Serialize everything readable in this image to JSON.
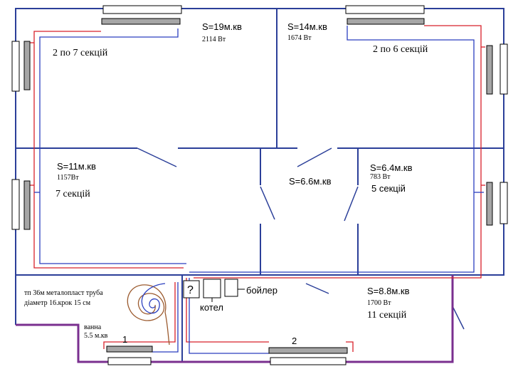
{
  "colors": {
    "wall": "#2b3f99",
    "supply": "#d8202a",
    "return": "#2b3fbf",
    "radiator_fill": "#a6a6a6",
    "outer_wall": "#7a2f8f",
    "floor_coil": "#9b5a2e",
    "floor_coil_inner": "#2b3fbf"
  },
  "rooms": [
    {
      "area": "S=19м.кв",
      "power": "2114 Вт",
      "sections": "2 по 7 секцій"
    },
    {
      "area": "S=14м.кв",
      "power": "1674 Вт",
      "sections": "2 по 6 секцій"
    },
    {
      "area": "S=11м.кв",
      "power": "1157Вт",
      "sections": "7 секцій"
    },
    {
      "area": "S=6.6м.кв",
      "power": "",
      "sections": ""
    },
    {
      "area": "S=6.4м.кв",
      "power": "783 Вт",
      "sections": "5 секцій"
    },
    {
      "area": "S=8.8м.кв",
      "power": "1700 Вт",
      "sections": "11 секцій"
    }
  ],
  "bathroom": {
    "name": "ванна",
    "area": "5.5 м.кв"
  },
  "floor_heating_note": [
    "тп 36м металопласт труба",
    "діаметр 16.крок 15 см"
  ],
  "equipment": {
    "unknown": "?",
    "boiler": "котел",
    "water_heater": "бойлер"
  },
  "radiator_numbers": [
    "1",
    "2"
  ]
}
